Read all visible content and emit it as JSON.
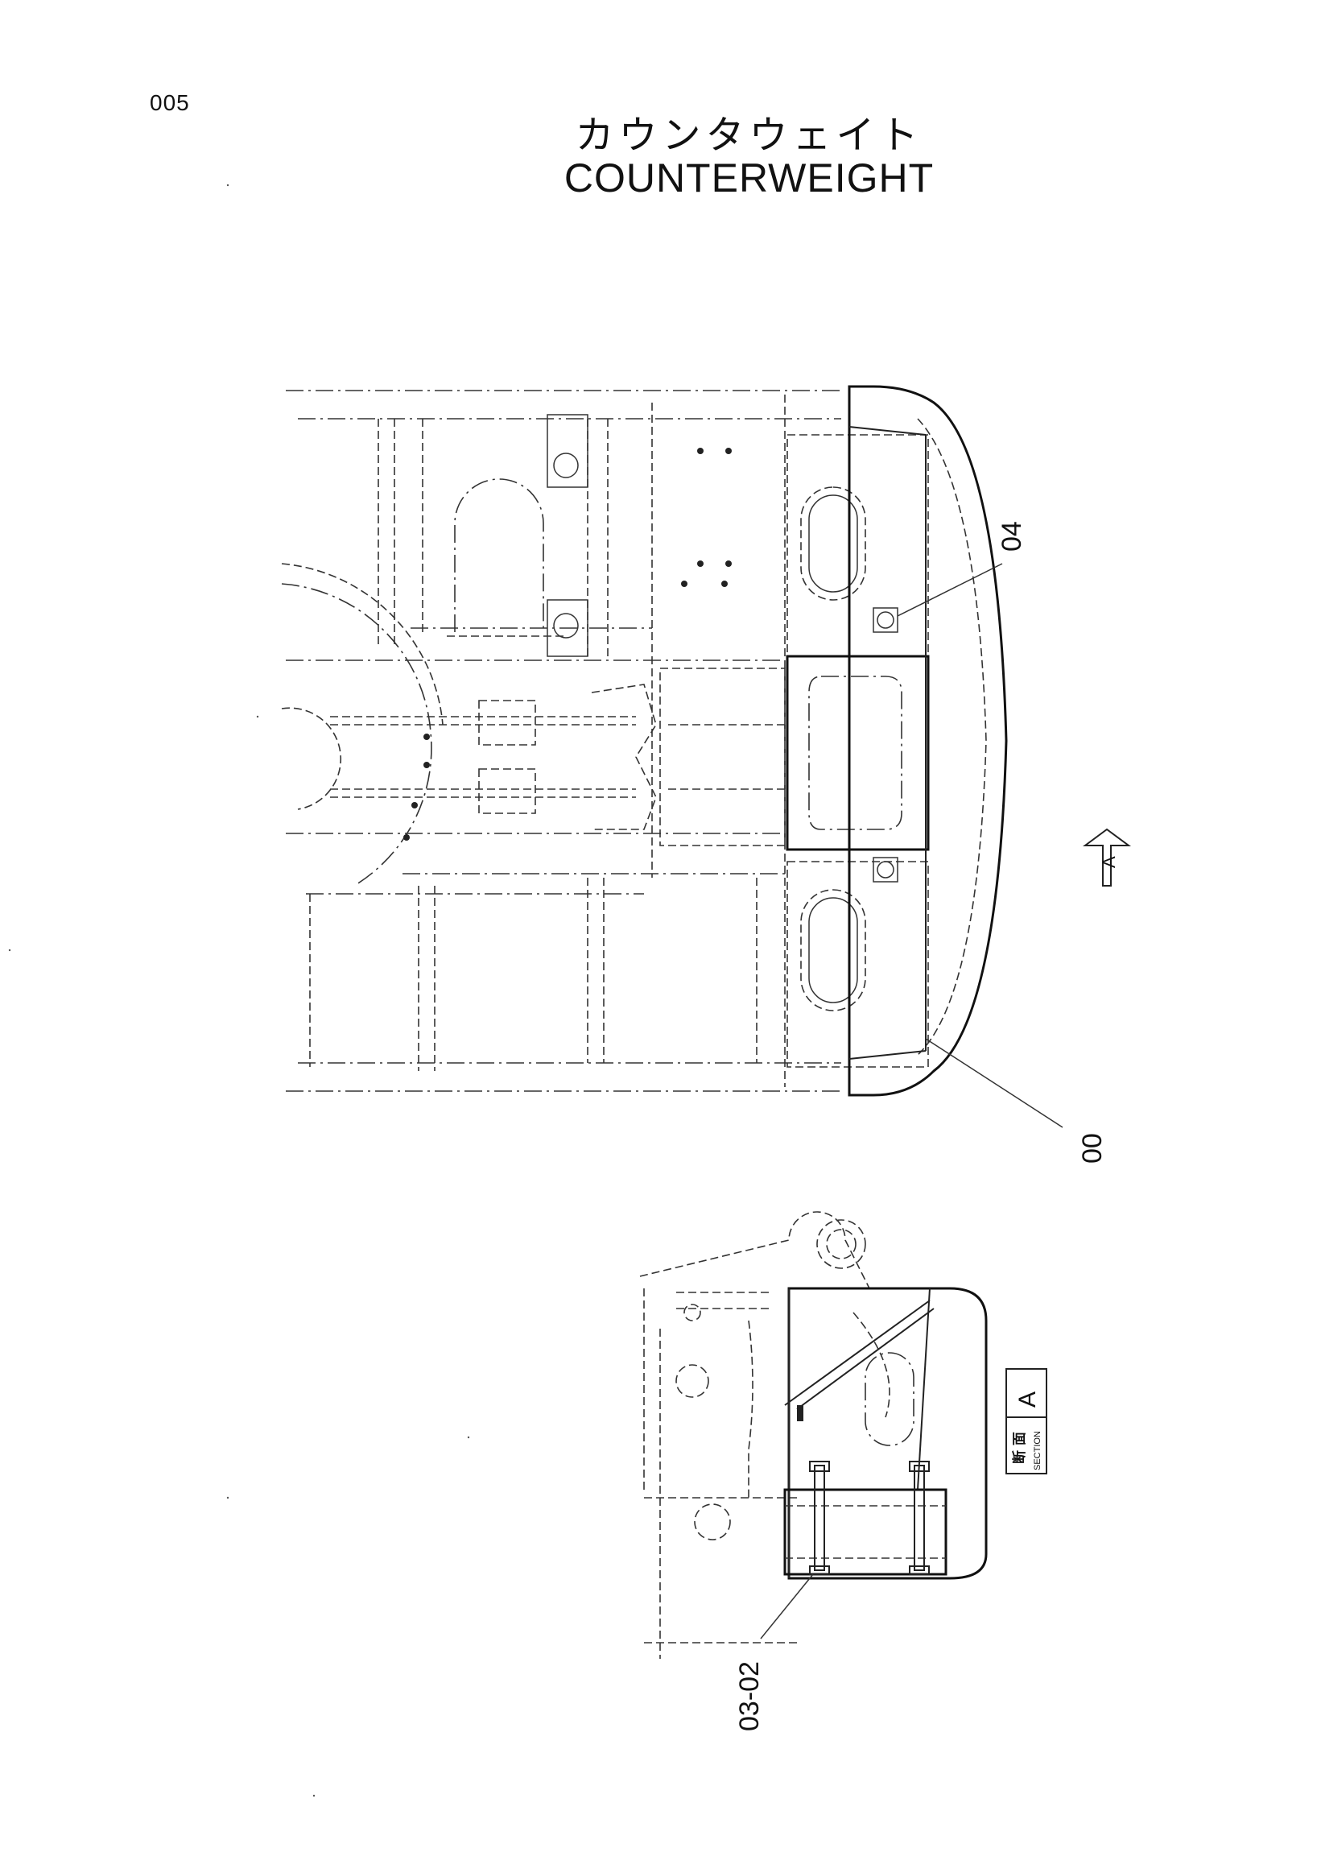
{
  "page": {
    "number": "005",
    "title_jp": "カウンタウェイト",
    "title_en": "COUNTERWEIGHT"
  },
  "callouts": {
    "part_04": "04",
    "part_00": "00",
    "part_03_02": "03-02"
  },
  "view_marker": {
    "letter": "A"
  },
  "section_label": {
    "jp": "断 面",
    "en": "SECTION",
    "letter": "A"
  }
}
